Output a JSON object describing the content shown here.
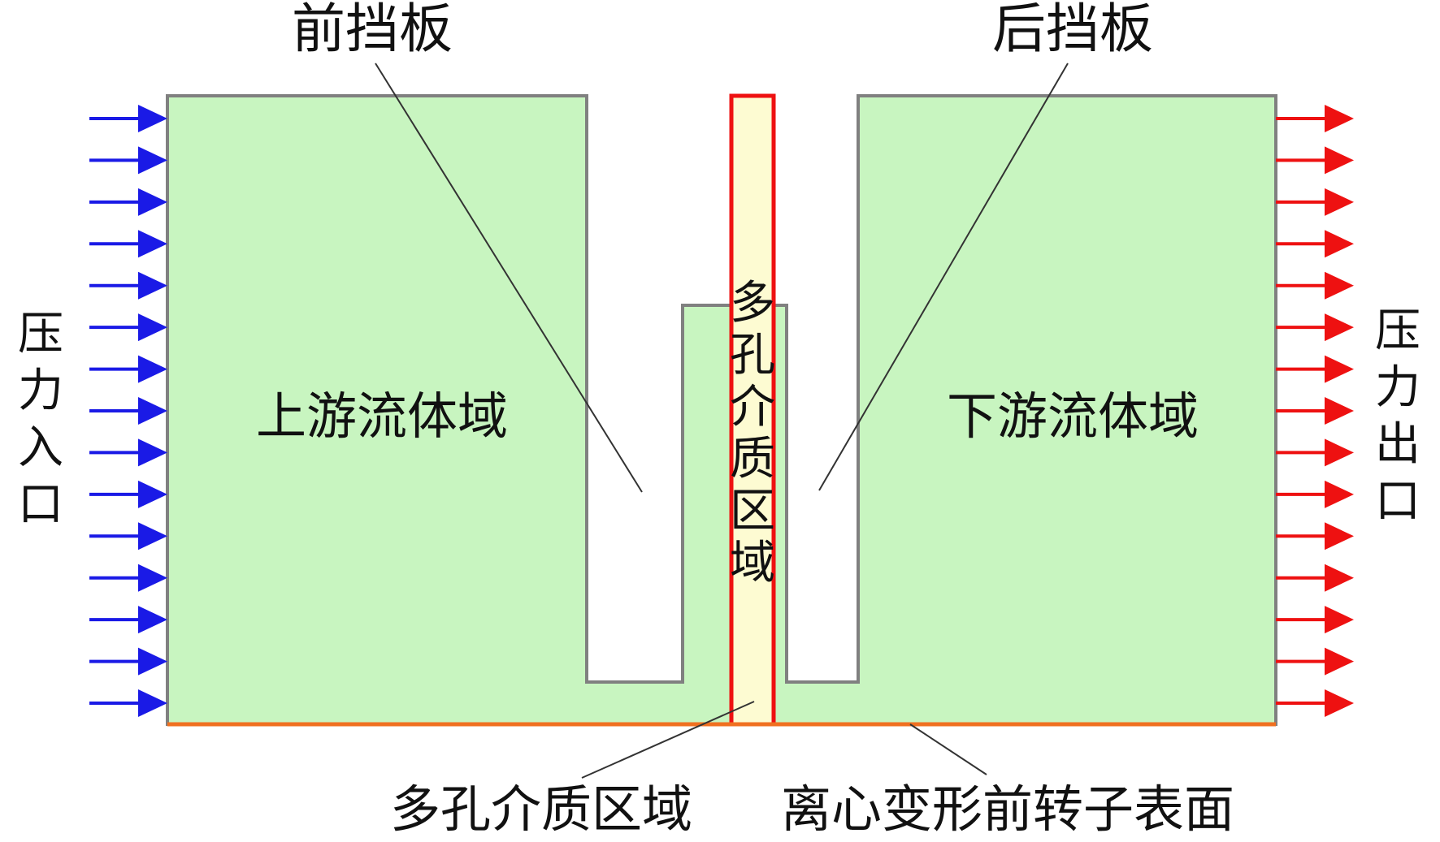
{
  "labels": {
    "front_baffle": "前挡板",
    "rear_baffle": "后挡板",
    "upstream_domain": "上游流体域",
    "downstream_domain": "下游流体域",
    "porous_inner": "多孔介质区域",
    "porous_bottom": "多孔介质区域",
    "rotor_surface": "离心变形前转子表面",
    "pressure_inlet": "压力入口",
    "pressure_outlet": "压力出口"
  },
  "colors": {
    "fluid_fill": "#c8f5c0",
    "porous_fill": "#fdfbd2",
    "wall_stroke": "#808080",
    "porous_stroke": "#ee1111",
    "rotor_line": "#f07020",
    "inlet_arrow": "#1a1ae6",
    "outlet_arrow": "#ee1111",
    "leader_line": "#333333"
  },
  "arrows": {
    "inlet_count": 15,
    "outlet_count": 15
  }
}
